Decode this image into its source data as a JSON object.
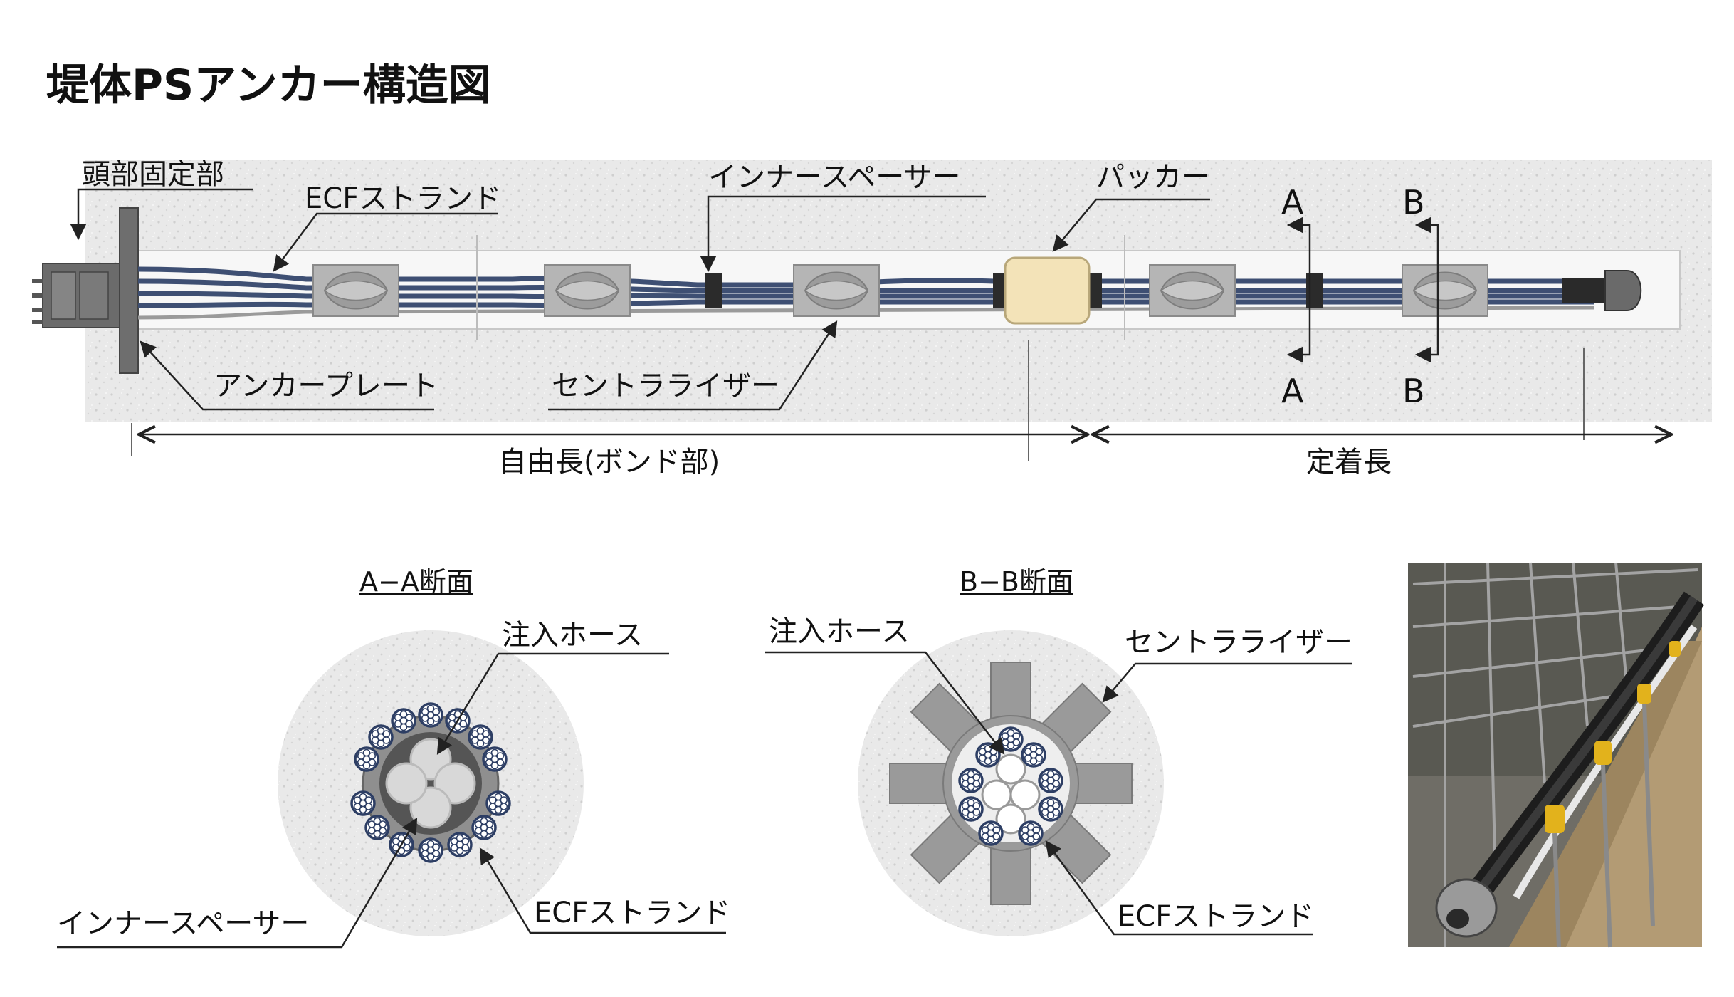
{
  "title": "堤体PSアンカー構造図",
  "labels": {
    "head_fixing": "頭部固定部",
    "ecf_strand": "ECFストランド",
    "inner_spacer": "インナースペーサー",
    "packer": "パッカー",
    "anchor_plate": "アンカープレート",
    "centralizer": "セントラライザー",
    "section_a": "A",
    "section_b": "B",
    "free_length": "自由長(ボンド部)",
    "fixed_length": "定着長"
  },
  "sections": {
    "aa": {
      "title": "A−A断面",
      "injection_hose": "注入ホース",
      "inner_spacer": "インナースペーサー",
      "ecf_strand": "ECFストランド"
    },
    "bb": {
      "title": "B−B断面",
      "injection_hose": "注入ホース",
      "centralizer": "セントラライザー",
      "ecf_strand": "ECFストランド"
    }
  },
  "colors": {
    "strand": "#3e4f73",
    "ground": "#e6e6e6",
    "spacer": "#8f8f8f",
    "packer": "#f3e3b8",
    "plate": "#6e6e6e"
  }
}
